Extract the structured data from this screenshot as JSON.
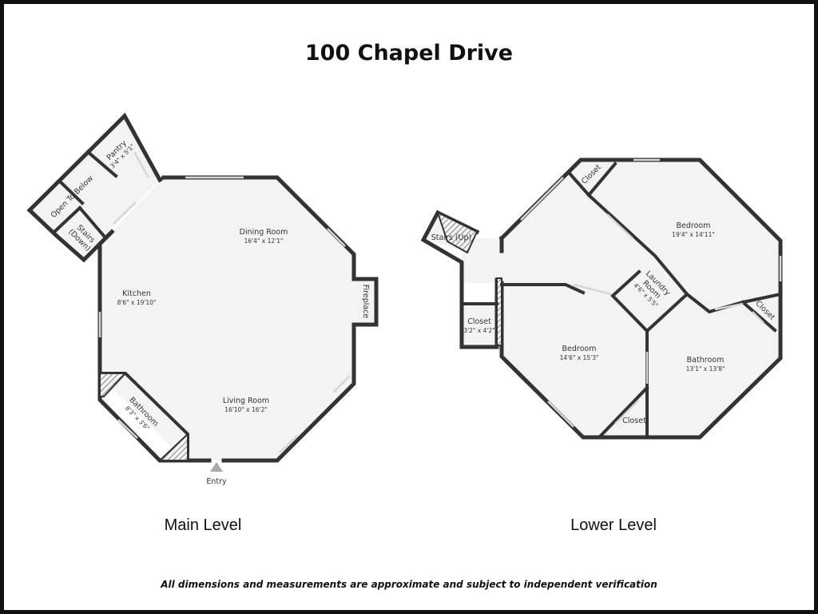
{
  "title": "100 Chapel Drive",
  "main_level": {
    "label": "Main Level",
    "entry_label": "Entry",
    "rooms": {
      "dining": {
        "name": "Dining Room",
        "dims": "16'4\" x 12'1\""
      },
      "kitchen": {
        "name": "Kitchen",
        "dims": "8'6\" x 19'10\""
      },
      "living": {
        "name": "Living Room",
        "dims": "16'10\" x 16'2\""
      },
      "bathroom": {
        "name": "Bathroom",
        "dims": "8'3\" x 3'6\""
      },
      "pantry": {
        "name": "Pantry",
        "dims": "3'4\" x 5'1\""
      },
      "open_below": {
        "name": "Open To Below"
      },
      "stairs_down": {
        "name_line1": "Stairs",
        "name_line2": "(Down)"
      },
      "fireplace": {
        "name": "Fireplace"
      }
    }
  },
  "lower_level": {
    "label": "Lower Level",
    "rooms": {
      "stairs_up": {
        "name": "Stairs (Up)"
      },
      "closet_top": {
        "name": "Closet"
      },
      "bedroom_top": {
        "name": "Bedroom",
        "dims": "19'4\" x 14'11\""
      },
      "laundry": {
        "name_line1": "Laundry",
        "name_line2": "Room",
        "dims": "4'6\" x 5'5\""
      },
      "closet_right": {
        "name": "Closet"
      },
      "closet_left": {
        "name": "Closet",
        "dims": "3'2\" x 4'2\""
      },
      "bedroom_bottom": {
        "name": "Bedroom",
        "dims": "14'6\" x 15'3\""
      },
      "bathroom": {
        "name": "Bathroom",
        "dims": "13'1\" x 13'8\""
      },
      "closet_bottom": {
        "name": "Closet"
      }
    }
  },
  "disclaimer": "All dimensions and measurements are approximate and subject to independent verification"
}
